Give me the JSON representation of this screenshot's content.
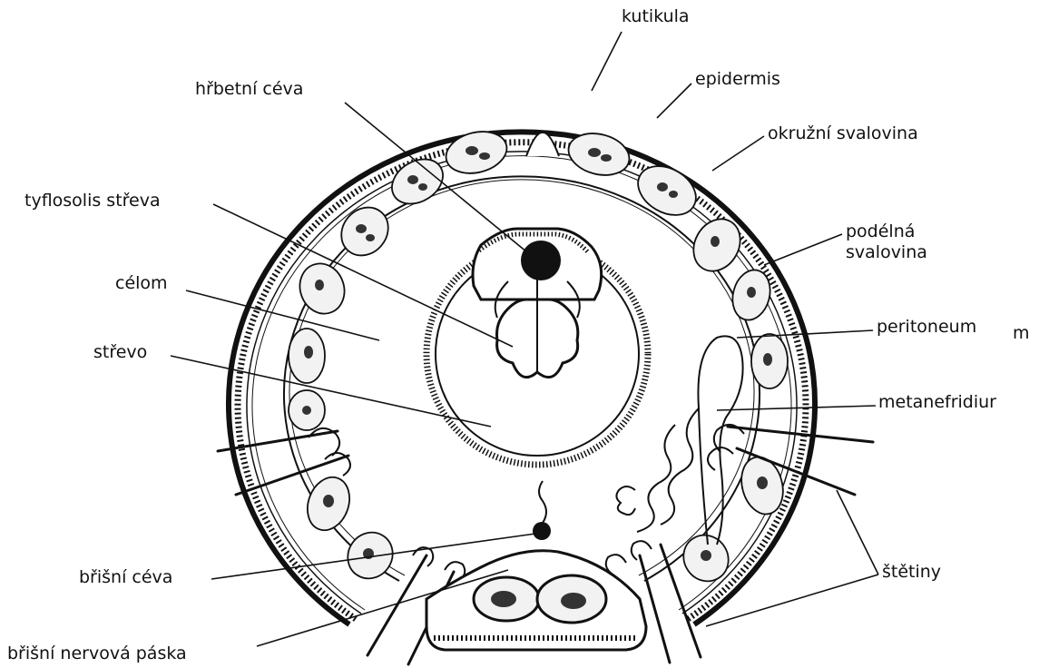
{
  "labels": {
    "kutikula": "kutikula",
    "epidermis": "epidermis",
    "okruzni": "okružní svalovina",
    "podelna_line1": "podélná",
    "podelna_line2": "svalovina",
    "peritoneum": "peritoneum",
    "peritoneum_suffix": "m",
    "metanefridium": "metanefridiur",
    "stetiny": "štětiny",
    "hrbetni_ceva": "hřbetní céva",
    "tyflosolis": "tyflosolis střeva",
    "celom": "célom",
    "strevo": "střevo",
    "brisni_ceva": "břišní céva",
    "brisni_nervova": "břišní nervová páska"
  },
  "colors": {
    "ink": "#111111",
    "background": "#ffffff",
    "muscle_fill": "#f2f2f2"
  }
}
